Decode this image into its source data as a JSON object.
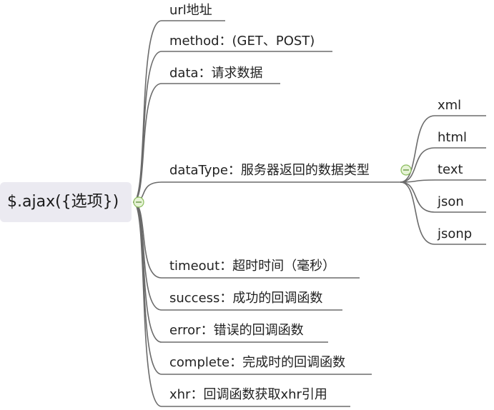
{
  "root": {
    "label": "$.ajax({选项})"
  },
  "options": [
    {
      "label": "url地址"
    },
    {
      "label": "method：(GET、POST)"
    },
    {
      "label": "data：请求数据"
    },
    {
      "label": "dataType：服务器返回的数据类型"
    },
    {
      "label": "timeout：超时时间（毫秒）"
    },
    {
      "label": "success：成功的回调函数"
    },
    {
      "label": "error：错误的回调函数"
    },
    {
      "label": "complete：完成时的回调函数"
    },
    {
      "label": "xhr：回调函数获取xhr引用"
    }
  ],
  "data_types": [
    {
      "label": "xml"
    },
    {
      "label": "html"
    },
    {
      "label": "text"
    },
    {
      "label": "json"
    },
    {
      "label": "jsonp"
    }
  ],
  "colors": {
    "line": "#6b6b6b",
    "root_background": "#ebeaf1",
    "toggle_fill": "#e6f3d6",
    "toggle_stroke": "#8bbd5e"
  }
}
